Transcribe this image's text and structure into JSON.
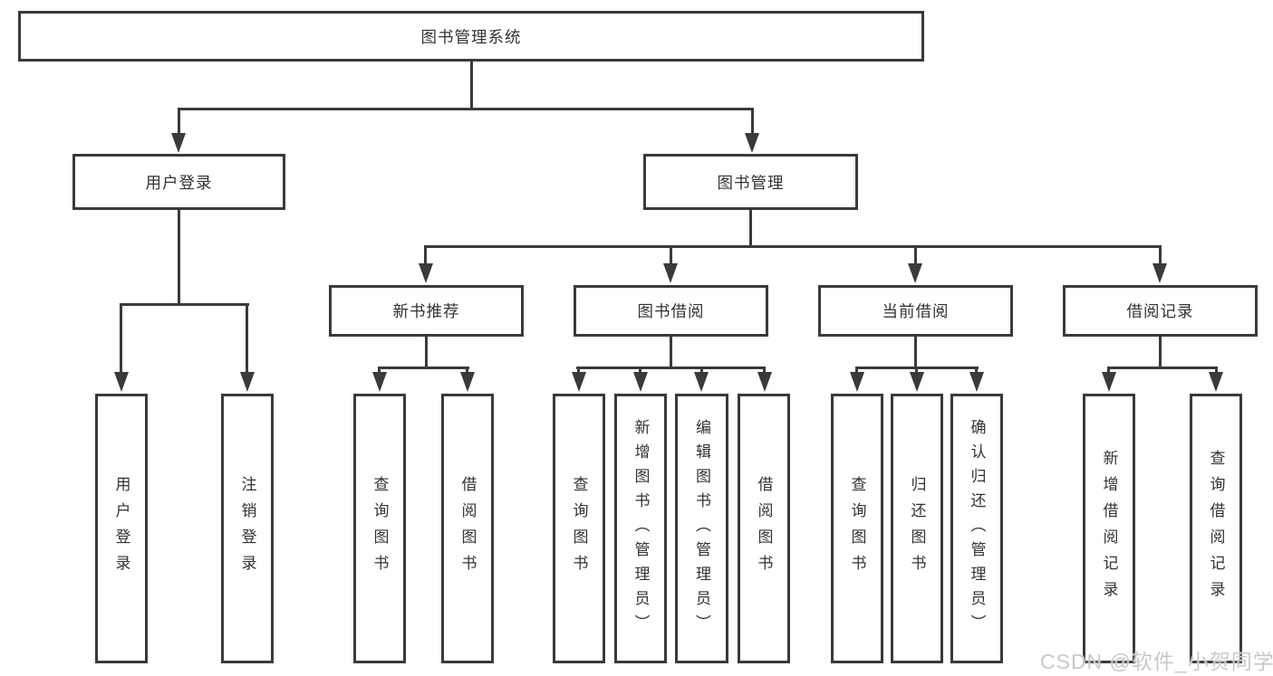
{
  "colors": {
    "line": "#3a3a3a",
    "text": "#333333",
    "box_bg": "#ffffff",
    "watermark": "#c9c9c9"
  },
  "nodes": {
    "root": {
      "label": "图书管理系统"
    },
    "user_login": {
      "label": "用户登录"
    },
    "book_mgmt": {
      "label": "图书管理"
    },
    "new_book_rec": {
      "label": "新书推荐"
    },
    "book_borrow": {
      "label": "图书借阅"
    },
    "current_borrow": {
      "label": "当前借阅"
    },
    "borrow_record": {
      "label": "借阅记录"
    },
    "leaf_user_login": {
      "label": "用户登录"
    },
    "leaf_logout": {
      "label": "注销登录"
    },
    "leaf_query_book_rec": {
      "label": "查询图书"
    },
    "leaf_borrow_book_rec": {
      "label": "借阅图书"
    },
    "leaf_query_book_borrow": {
      "label": "查询图书"
    },
    "leaf_add_book": {
      "label": "新增图书（管理员）"
    },
    "leaf_edit_book": {
      "label": "编辑图书（管理员）"
    },
    "leaf_borrow_book_borrow": {
      "label": "借阅图书"
    },
    "leaf_query_book_current": {
      "label": "查询图书"
    },
    "leaf_return_book": {
      "label": "归还图书"
    },
    "leaf_confirm_return": {
      "label": "确认归还（管理员）"
    },
    "leaf_add_borrow_record": {
      "label": "新增借阅记录"
    },
    "leaf_query_borrow_record": {
      "label": "查询借阅记录"
    }
  },
  "watermark": {
    "text": "CSDN @软件_小贺同学"
  }
}
